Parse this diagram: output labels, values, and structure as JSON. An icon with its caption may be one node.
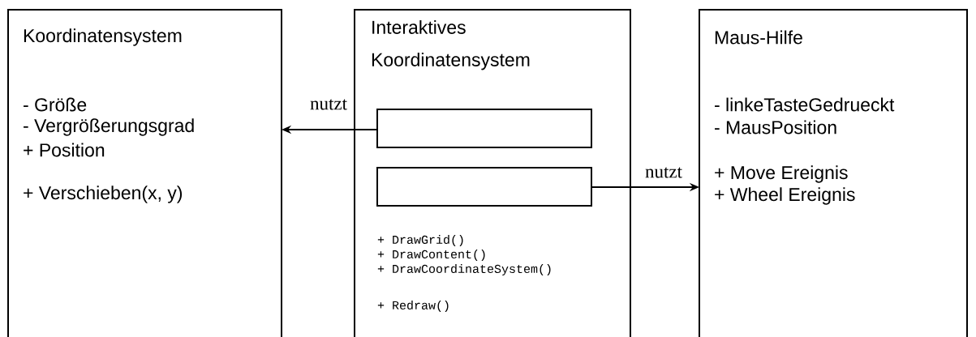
{
  "diagram": {
    "nodes": [
      {
        "text": [
          "Koordinatensystem",
          "- Größe",
          "- Vergrößerungsgrad",
          "+ Position",
          "+ Verschieben(x, y)"
        ]
      },
      {
        "text": [
          "Interaktives Koordinatensystem",
          "+ DrawGrid()",
          "+ DrawContent()",
          "+ DrawCoordinateSystem()",
          "+ Redraw()"
        ]
      },
      {
        "text": [],
        "shape": "box",
        "in": 1
      },
      {
        "text": [],
        "shape": "box",
        "in": 1
      },
      {
        "text": [
          "Maus-Hilfe",
          "- linkeTasteGedrueckt",
          "- MausPosition",
          "+ Move Ereignis",
          "+ Wheel Ereignis"
        ]
      }
    ],
    "edges": [
      {
        "from": 2,
        "to": 0,
        "arrow": "to",
        "label": "nutzt"
      },
      {
        "from": 3,
        "to": 4,
        "arrow": "to",
        "label": "nutzt"
      }
    ]
  }
}
